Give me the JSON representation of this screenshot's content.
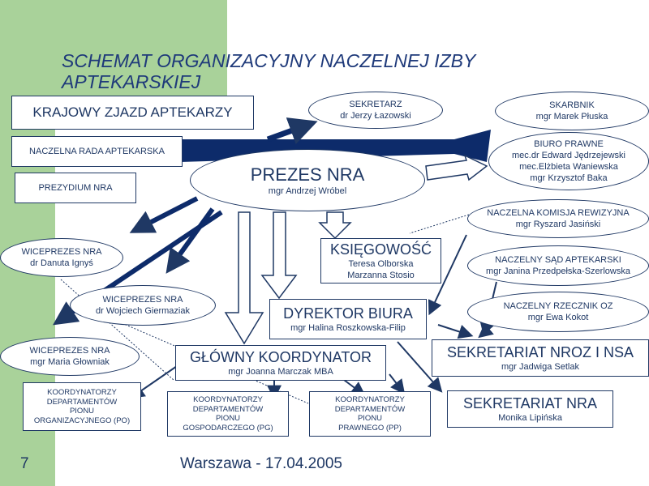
{
  "title": "SCHEMAT ORGANIZACYJNY NACZELNEJ IZBY APTEKARSKIEJ",
  "left_boxes": {
    "krajowy": "KRAJOWY ZJAZD APTEKARZY",
    "rada": "NACZELNA RADA APTEKARSKA",
    "prezydium": "PREZYDIUM NRA"
  },
  "prezes": {
    "title": "PREZES NRA",
    "name": "mgr Andrzej Wróbel"
  },
  "sekretarz": {
    "title": "SEKRETARZ",
    "name": "dr Jerzy Łazowski"
  },
  "skarbnik": {
    "title": "SKARBNIK",
    "name": "mgr Marek Płuska"
  },
  "biuro_prawne": {
    "title": "BIURO PRAWNE",
    "names": [
      "mec.dr Edward Jędrzejewski",
      "mec.Elżbieta Waniewska",
      "mgr Krzysztof Baka"
    ]
  },
  "komisja": {
    "title": "NACZELNA KOMISJA REWIZYJNA",
    "name": "mgr Ryszard Jasiński"
  },
  "sad": {
    "title": "NACZELNY SĄD APTEKARSKI",
    "name": "mgr Janina Przedpełska-Szerlowska"
  },
  "rzecznik": {
    "title": "NACZELNY RZECZNIK OZ",
    "name": "mgr Ewa Kokot"
  },
  "wice1": {
    "title": "WICEPREZES NRA",
    "name": "dr Danuta Ignyś"
  },
  "wice2": {
    "title": "WICEPREZES NRA",
    "name": "dr Wojciech Giermaziak"
  },
  "wice3": {
    "title": "WICEPREZES NRA",
    "name": "mgr Maria Głowniak"
  },
  "ksiegowosc": {
    "title": "KSIĘGOWOŚĆ",
    "names": [
      "Teresa Olborska",
      "Marzanna Stosio"
    ]
  },
  "dyrektor": {
    "title": "DYREKTOR BIURA",
    "name": "mgr Halina Roszkowska-Filip"
  },
  "koordynator": {
    "title": "GŁÓWNY KOORDYNATOR",
    "name": "mgr Joanna Marczak MBA"
  },
  "sekretariat_nroz": {
    "title": "SEKRETARIAT NROZ I NSA",
    "name": "mgr Jadwiga Setlak"
  },
  "sekretariat_nra": {
    "title": "SEKRETARIAT NRA",
    "name": "Monika Lipińska"
  },
  "koord_po": [
    "KOORDYNATORZY",
    "DEPARTAMENTÓW",
    "PIONU",
    "ORGANIZACYJNEGO (PO)"
  ],
  "koord_pg": [
    "KOORDYNATORZY",
    "DEPARTAMENTÓW",
    "PIONU",
    "GOSPODARCZEGO (PG)"
  ],
  "koord_pp": [
    "KOORDYNATORZY",
    "DEPARTAMENTÓW",
    "PIONU",
    "PRAWNEGO (PP)"
  ],
  "page_number": "7",
  "footer": "Warszawa - 17.04.2005",
  "colors": {
    "navy": "#1f3864",
    "green": "#a9d29a",
    "title": "#1f3a7a"
  }
}
